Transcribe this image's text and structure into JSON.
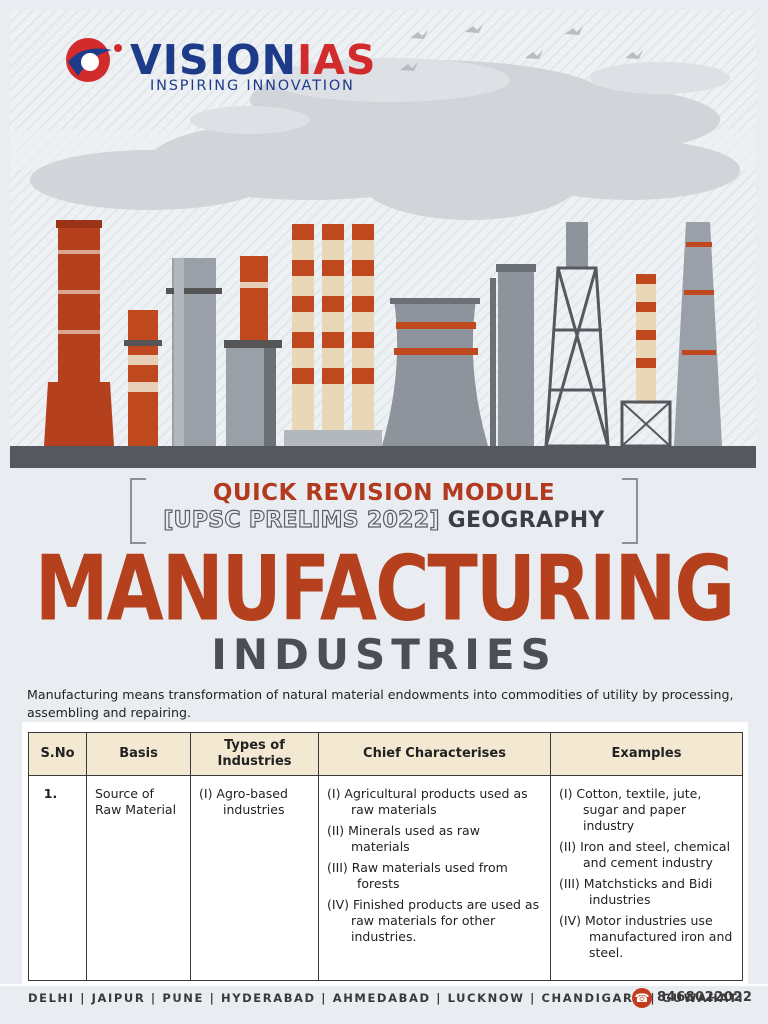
{
  "logo": {
    "brand_a": "VISION",
    "brand_b": "IAS",
    "tagline": "INSPIRING INNOVATION"
  },
  "module": {
    "title": "QUICK REVISION MODULE",
    "sub_outline": "[UPSC PRELIMS 2022]",
    "sub_solid": "GEOGRAPHY"
  },
  "title": {
    "main": "MANUFACTURING",
    "sub": "INDUSTRIES"
  },
  "intro": "Manufacturing means transformation of natural material endowments into commodities of utility by processing, assembling and repairing.",
  "table": {
    "headers": [
      "S.No",
      "Basis",
      "Types of Industries",
      "Chief Characterises",
      "Examples"
    ],
    "row": {
      "sno": "1.",
      "basis": "Source of Raw Material",
      "type": "(I) Agro-based industries",
      "chief": [
        "(I) Agricultural products used as raw materials",
        "(II) Minerals used as raw materials",
        "(III) Raw materials used from forests",
        "(IV) Finished products are used as raw materials for other industries."
      ],
      "examples": [
        "(I) Cotton, textile, jute, sugar and paper industry",
        "(II) Iron and steel, chemical and cement industry",
        "(III) Matchsticks and Bidi industries",
        "(IV) Motor industries use manufactured iron and steel."
      ]
    }
  },
  "footer": {
    "cities": "DELHI | JAIPUR | PUNE | HYDERABAD | AHMEDABAD | LUCKNOW | CHANDIGARH | GUWAHATI",
    "phone": "8468022022"
  },
  "colors": {
    "accent": "#b5401d",
    "brand_blue": "#1e3b8a",
    "brand_red": "#d22b2b",
    "header_bg": "#f3e8d2"
  }
}
